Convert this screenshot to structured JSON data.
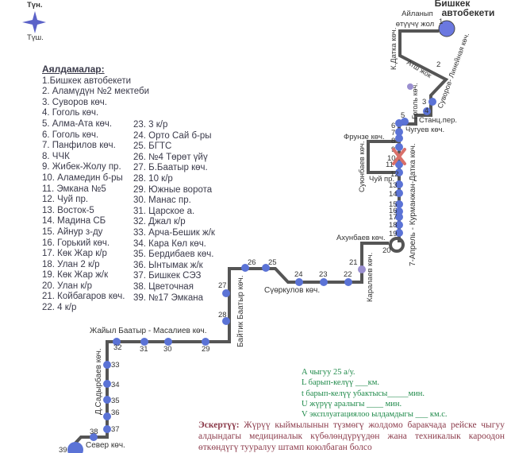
{
  "compass": {
    "north": "Түн.",
    "south": "Түш."
  },
  "legend": {
    "title": "Аялдамалар:",
    "stops": [
      "1.Бишкек автобекети",
      "2. Аламүдүн №2 мектеби",
      "3. Суворов көч.",
      "4. Гоголь көч.",
      "5. Алма-Ата көч.",
      "6. Гоголь көч.",
      "7. Панфилов көч.",
      "8. ЧЧК",
      "9. Жибек-Жолу пр.",
      "10. Аламедин б-ры",
      "11. Эмкана №5",
      "12. Чуй пр.",
      "13. Восток-5",
      "14. Мадина СБ",
      "15. Айнур з-ду",
      "16. Горький көч.",
      "17. Көк Жар к/р",
      "18. Улан  2 к/р",
      "19.  Көк Жар ж/к",
      "20. Улан к/р",
      "21. Койбагаров көч.",
      "22. 4 к/р",
      "23.  3 к/р",
      "24. Орто Сай б-ры",
      "25.  БГТС",
      "26.  №4 Төрөт үйү",
      "27. Б.Баатыр көч.",
      "28. 10 к/р",
      "29. Южные ворота",
      "30. Манас пр.",
      "31. Царское а.",
      "32. Джал к/р",
      "33. Арча-Бешик ж/к",
      "34. Кара Көл көч.",
      "35. Бердибаев көч.",
      "36. Ынтымак ж/к",
      "37. Бишкек СЭЗ",
      "38. Цветочная",
      "39. №17 Эмкана"
    ]
  },
  "map": {
    "terminal_name": [
      "Бишкек",
      "автобекети"
    ],
    "turnaround": [
      "Айланып",
      "өтүүчү жол"
    ],
    "streets": {
      "k_datka": "К.Датка көч.",
      "atu_jok": "Атш жок",
      "gogol": "Гоголь көч.",
      "suvorov": "Суворов- Линейная көч.",
      "stants": "Станц.пер.",
      "chuguev": "Чугуев көч.",
      "frunze": "Фрунзе көч.",
      "suyunbaev": "Суюнбаев көч.",
      "chuy": "Чуй пр.",
      "kurmanjan": "7-Апрель - Курманжан-Датка көч.",
      "akhunbaev": "Ахунбаев көч.",
      "karalaev": "Каралаев көч.",
      "suerkulov": "Сүөркулов көч.",
      "baitik": "Байтик Баатыр көч.",
      "jaiyl": "Жайыл Баатыр  - Масалиев көч.",
      "sadyrbaev": "Д.Садырбаев көч.",
      "sever": "Север көч."
    },
    "stop_labels": [
      "1",
      "2",
      "3",
      "4",
      "5",
      "6",
      "7",
      "8",
      "9",
      "10",
      "11",
      "12",
      "13",
      "14",
      "15",
      "16",
      "17",
      "18",
      "19",
      "20",
      "21",
      "22",
      "23",
      "24",
      "25",
      "26",
      "27",
      "28",
      "29",
      "30",
      "31",
      "32",
      "33",
      "34",
      "35",
      "36",
      "37",
      "38",
      "39"
    ],
    "colors": {
      "route": "#555555",
      "stop": "#5b73d6",
      "closed": "#d9706a",
      "special": "#9a8fd0"
    }
  },
  "info": {
    "line1": "А чыгуу   25   а/у.",
    "line2": "L барып-келүү  ___км.",
    "line3": "t барып-келүү убактысы_____мин.",
    "line4": "U жүрүү аралыгы ____     мин.",
    "line5": "V эксплуатациялоо ылдамдыгы ___ км.с."
  },
  "note": {
    "label": "Эскертүү:",
    "text": " Жүрүү кыймылынын түзмөгү жолдомо баракчада рейске чыгуу алдындагы медициналык күбөлөндүрүүдөн жана техникалык кароодон өткөндүгү тууралуу штамп коюлбаган болсо"
  }
}
